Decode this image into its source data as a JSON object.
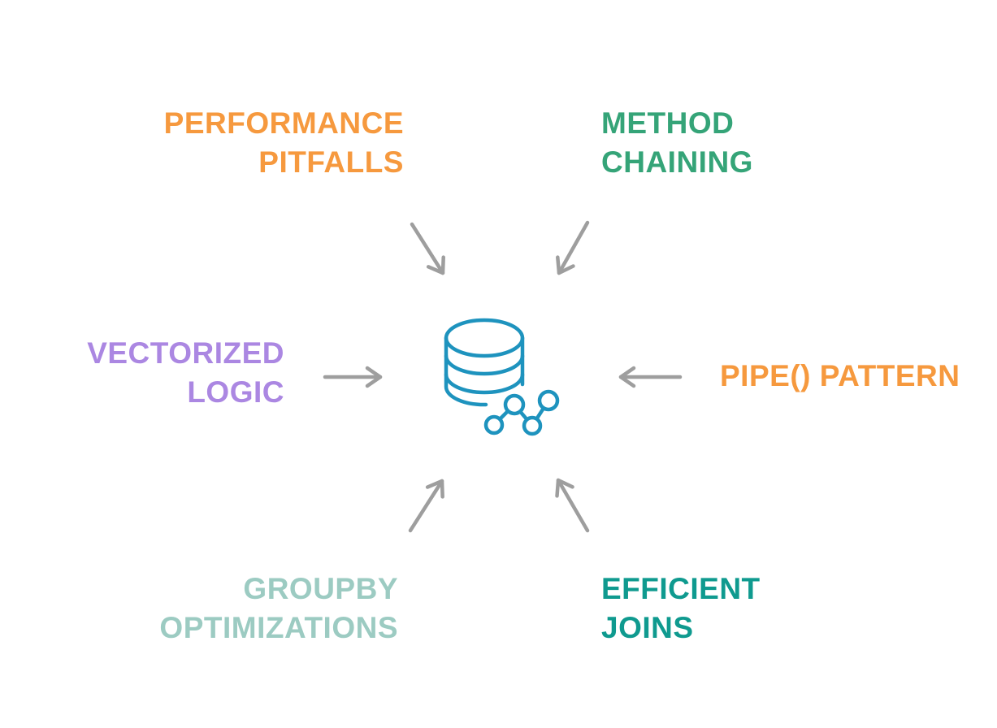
{
  "colors": {
    "background": "#FFFFFF",
    "orange": "#F6993E",
    "green": "#35A478",
    "purple": "#AB87E2",
    "seafoam": "#9CCBC2",
    "teal": "#0F9A8F",
    "icon_blue": "#1E93BE",
    "arrow_gray": "#9E9E9E"
  },
  "center": {
    "icon": "database-with-node-graph"
  },
  "labels": {
    "top_left": {
      "line1": "PERFORMANCE",
      "line2": "PITFALLS",
      "color": "#F6993E"
    },
    "top_right": {
      "line1": "METHOD",
      "line2": "CHAINING",
      "color": "#35A478"
    },
    "mid_left": {
      "line1": "VECTORIZED",
      "line2": "LOGIC",
      "color": "#AB87E2"
    },
    "mid_right": {
      "line1": "PIPE() PATTERN",
      "color": "#F6993E"
    },
    "bottom_left": {
      "line1": "GROUPBY",
      "line2": "OPTIMIZATIONS",
      "color": "#9CCBC2"
    },
    "bottom_right": {
      "line1": "EFFICIENT",
      "line2": "JOINS",
      "color": "#0F9A8F"
    }
  }
}
